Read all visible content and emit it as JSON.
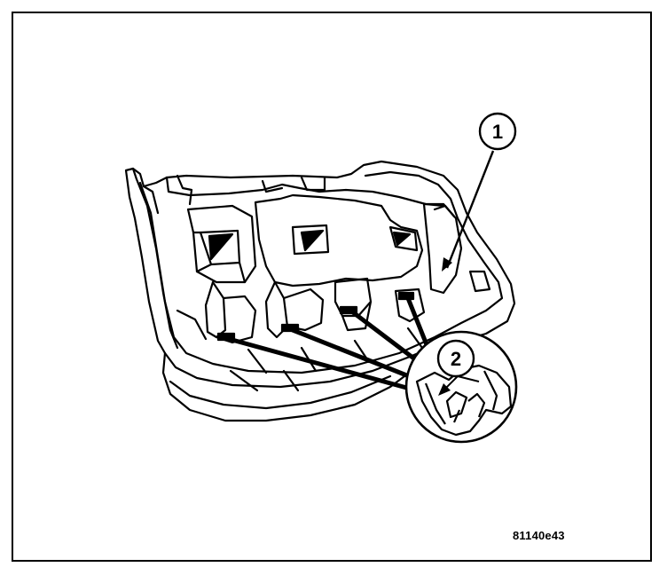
{
  "callouts": [
    {
      "number": "1"
    },
    {
      "number": "2"
    }
  ],
  "figure_id": "81140e43",
  "colors": {
    "ink": "#000000",
    "paper": "#ffffff"
  }
}
